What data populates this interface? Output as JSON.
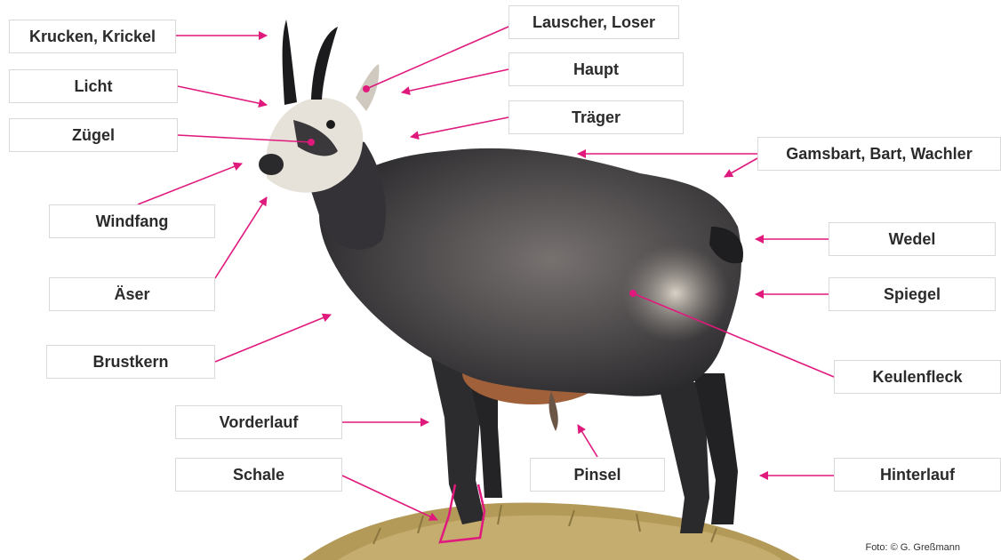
{
  "labels": {
    "krucken": "Krucken, Krickel",
    "licht": "Licht",
    "zuegel": "Zügel",
    "windfang": "Windfang",
    "aeser": "Äser",
    "brustkern": "Brustkern",
    "vorderlauf": "Vorderlauf",
    "schale": "Schale",
    "lauscher": "Lauscher, Loser",
    "haupt": "Haupt",
    "traeger": "Träger",
    "gamsbart": "Gamsbart, Bart, Wachler",
    "wedel": "Wedel",
    "spiegel": "Spiegel",
    "keulenfleck": "Keulenfleck",
    "pinsel": "Pinsel",
    "hinterlauf": "Hinterlauf"
  },
  "credit": "Foto: © G.  Greßmann",
  "colors": {
    "accent": "#e0197d",
    "fur_dark": "#2c2c31",
    "fur_grey": "#6e6a68",
    "face_light": "#e6e2da",
    "belly": "#a0603a",
    "grass": "#b39a58"
  }
}
